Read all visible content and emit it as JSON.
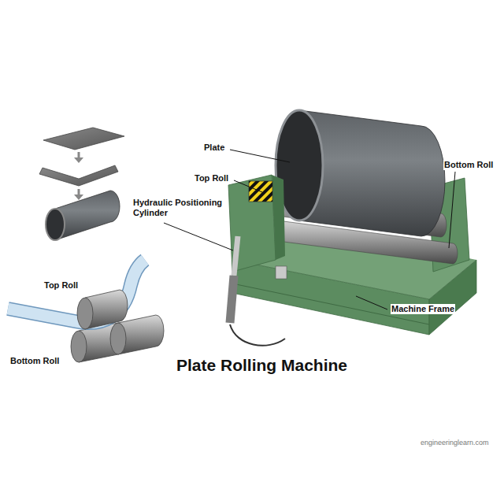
{
  "diagram": {
    "title": "Plate Rolling Machine",
    "labels": [
      "Plate",
      "Top Roll",
      "Hydraulic Positioning Cylinder",
      "Bottom Roll",
      "Machine Frame",
      "Top Roll",
      "Bottom Roll",
      "engineeringlearn.com"
    ]
  }
}
